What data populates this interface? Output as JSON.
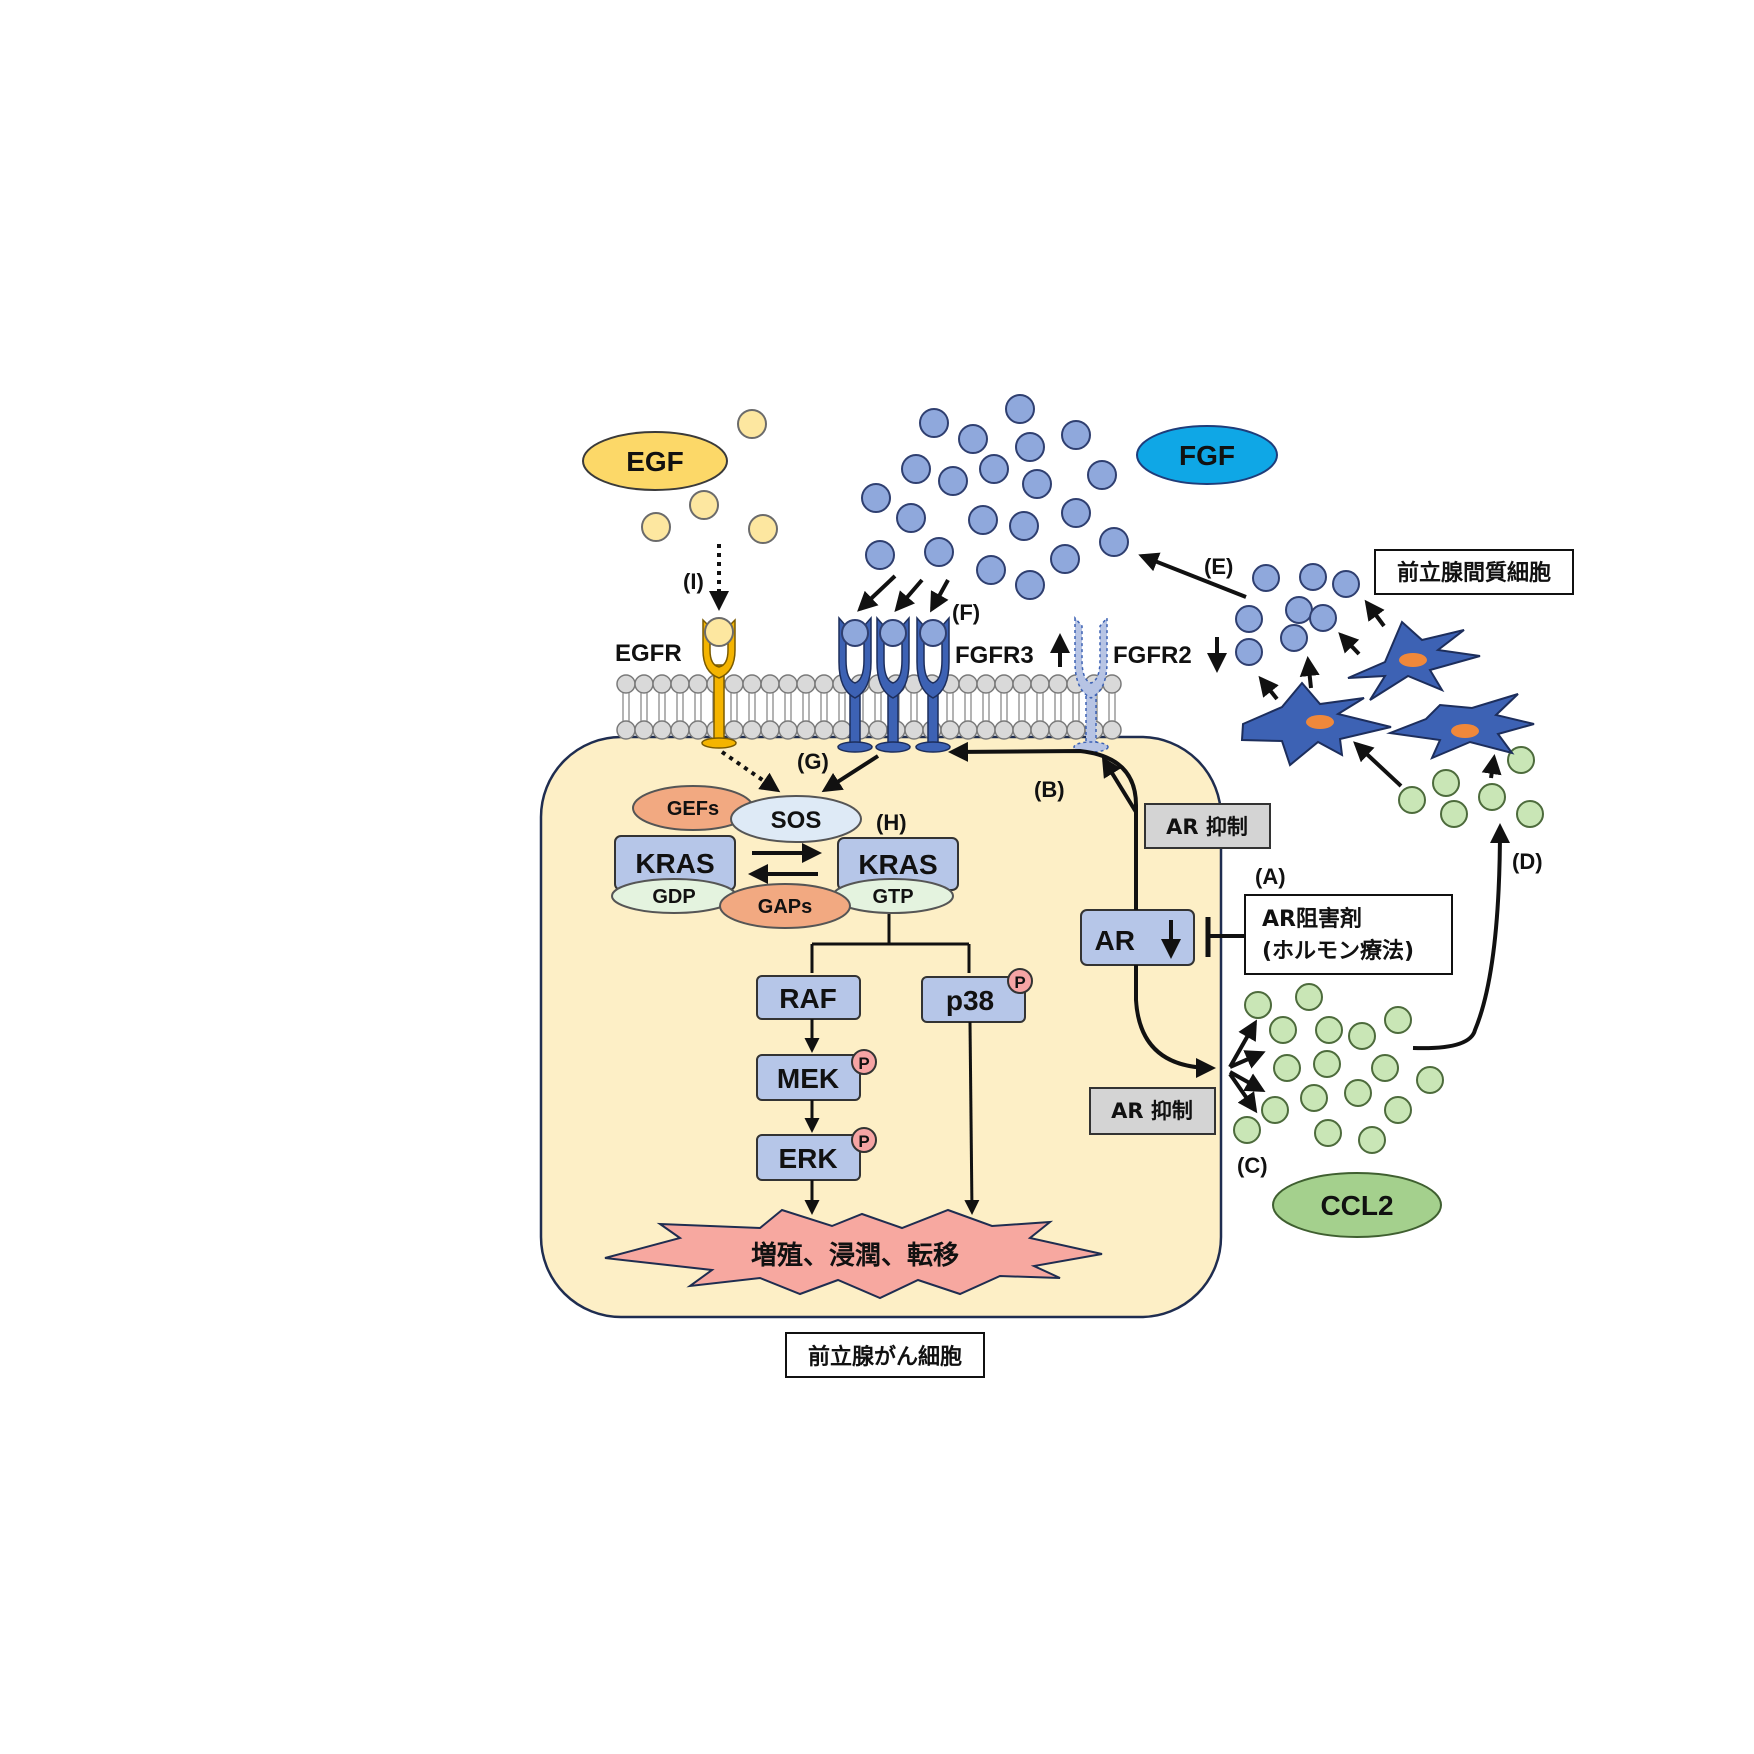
{
  "ligands": {
    "egf": "EGF",
    "fgf": "FGF",
    "ccl2": "CCL2"
  },
  "receptors": {
    "egfr": "EGFR",
    "fgfr3": "FGFR3",
    "fgfr2": "FGFR2"
  },
  "step_labels": {
    "a": "(A)",
    "b": "(B)",
    "c": "(C)",
    "d": "(D)",
    "e": "(E)",
    "f": "(F)",
    "g": "(G)",
    "h": "(H)",
    "i": "(I)"
  },
  "proteins": {
    "gefs": "GEFs",
    "sos": "SOS",
    "kras_gdp": "KRAS",
    "kras_gtp": "KRAS",
    "gdp": "GDP",
    "gtp": "GTP",
    "gaps": "GAPs",
    "raf": "RAF",
    "mek": "MEK",
    "erk": "ERK",
    "p38": "p38",
    "ar": "AR",
    "phospho": "P"
  },
  "outcome": "増殖、浸潤、転移",
  "ar_suppression_label_1": "AR 抑制",
  "ar_suppression_label_2": "AR 抑制",
  "ar_inhibitor": {
    "line1": "AR阻害剤",
    "line2": "(ホルモン療法)"
  },
  "cell_labels": {
    "cancer_cell": "前立腺がん細胞",
    "stromal_cell": "前立腺間質細胞"
  },
  "colors": {
    "cell_fill": "#fdefc6",
    "egf_fill": "#fde7a0",
    "egf_ellipse": "#fcd868",
    "fgf_ball": "#8fa8dc",
    "fgf_ellipse": "#0fa7e6",
    "receptor_blue": "#3d62b4",
    "fgfr2_light": "#b7c4e4",
    "egfr_yellow": "#f4b400",
    "ccl2_ball": "#c9e6b6",
    "ccl2_ellipse": "#a4d08d",
    "protein_box": "#b6c6e8",
    "gef_orange": "#f2a981",
    "sos_fill": "#deeaf6",
    "gdp_fill": "#e4f3df",
    "phospho_fill": "#f6a4a4",
    "burst_fill": "#f7a8a0",
    "stromal_blue": "#3d62b4",
    "nucleus_orange": "#f0883a",
    "gray_box": "#d4d4d4"
  }
}
